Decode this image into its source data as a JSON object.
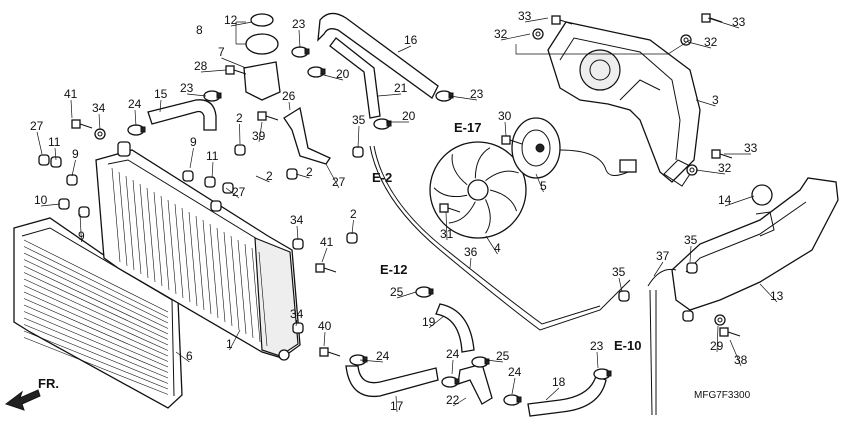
{
  "diagram_code": "MFG7F3300",
  "front_indicator": "FR.",
  "references": [
    "E-17",
    "E-2",
    "E-12",
    "E-10"
  ],
  "callouts": [
    "1",
    "2",
    "3",
    "4",
    "5",
    "6",
    "7",
    "8",
    "9",
    "10",
    "11",
    "12",
    "13",
    "14",
    "15",
    "16",
    "17",
    "18",
    "19",
    "20",
    "21",
    "22",
    "23",
    "24",
    "25",
    "26",
    "27",
    "28",
    "29",
    "30",
    "31",
    "32",
    "33",
    "34",
    "35",
    "36",
    "37",
    "38",
    "39",
    "40",
    "41"
  ]
}
